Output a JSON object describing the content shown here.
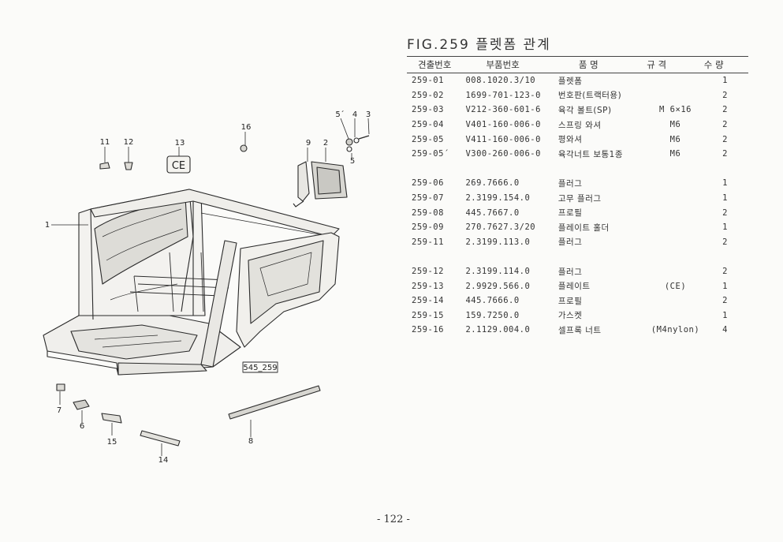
{
  "title": "FIG.259 플렛폼 관계",
  "table": {
    "headers": [
      "견출번호",
      "부품번호",
      "품   명",
      "규 격",
      "수 량"
    ],
    "groups": [
      [
        {
          "no": "259-01",
          "part": "008.1020.3/10",
          "name": "플렛폼",
          "spec": "",
          "qty": "1"
        },
        {
          "no": "259-02",
          "part": "1699-701-123-0",
          "name": "번호판(트랙터용)",
          "spec": "",
          "qty": "2"
        },
        {
          "no": "259-03",
          "part": "V212-360-601-6",
          "name": "육각 볼트(SP)",
          "spec": "M 6×16",
          "qty": "2"
        },
        {
          "no": "259-04",
          "part": "V401-160-006-0",
          "name": "스프링 와셔",
          "spec": "M6",
          "qty": "2"
        },
        {
          "no": "259-05",
          "part": "V411-160-006-0",
          "name": "평와셔",
          "spec": "M6",
          "qty": "2"
        },
        {
          "no": "259-05´",
          "part": "V300-260-006-0",
          "name": "육각너트 보통1종",
          "spec": "M6",
          "qty": "2"
        }
      ],
      [
        {
          "no": "259-06",
          "part": "269.7666.0",
          "name": "플러그",
          "spec": "",
          "qty": "1"
        },
        {
          "no": "259-07",
          "part": "2.3199.154.0",
          "name": "고무 플러그",
          "spec": "",
          "qty": "1"
        },
        {
          "no": "259-08",
          "part": "445.7667.0",
          "name": "프로필",
          "spec": "",
          "qty": "2"
        },
        {
          "no": "259-09",
          "part": "270.7627.3/20",
          "name": "플레이트 홀더",
          "spec": "",
          "qty": "1"
        },
        {
          "no": "259-11",
          "part": "2.3199.113.0",
          "name": "플러그",
          "spec": "",
          "qty": "2"
        }
      ],
      [
        {
          "no": "259-12",
          "part": "2.3199.114.0",
          "name": "플러그",
          "spec": "",
          "qty": "2"
        },
        {
          "no": "259-13",
          "part": "2.9929.566.0",
          "name": "플레이트",
          "spec": "(CE)",
          "qty": "1"
        },
        {
          "no": "259-14",
          "part": "445.7666.0",
          "name": "프로필",
          "spec": "",
          "qty": "2"
        },
        {
          "no": "259-15",
          "part": "159.7250.0",
          "name": "가스켓",
          "spec": "",
          "qty": "1"
        },
        {
          "no": "259-16",
          "part": "2.1129.004.0",
          "name": "셀프록 너트",
          "spec": "(M4nylon)",
          "qty": "4"
        }
      ]
    ]
  },
  "diagram": {
    "callouts": [
      "1",
      "2",
      "3",
      "4",
      "5´",
      "5",
      "6",
      "7",
      "8",
      "9",
      "11",
      "12",
      "13",
      "14",
      "15",
      "16"
    ],
    "ce_mark": "CE",
    "drawing_ref": "545_259"
  },
  "page_number": "- 122 -"
}
